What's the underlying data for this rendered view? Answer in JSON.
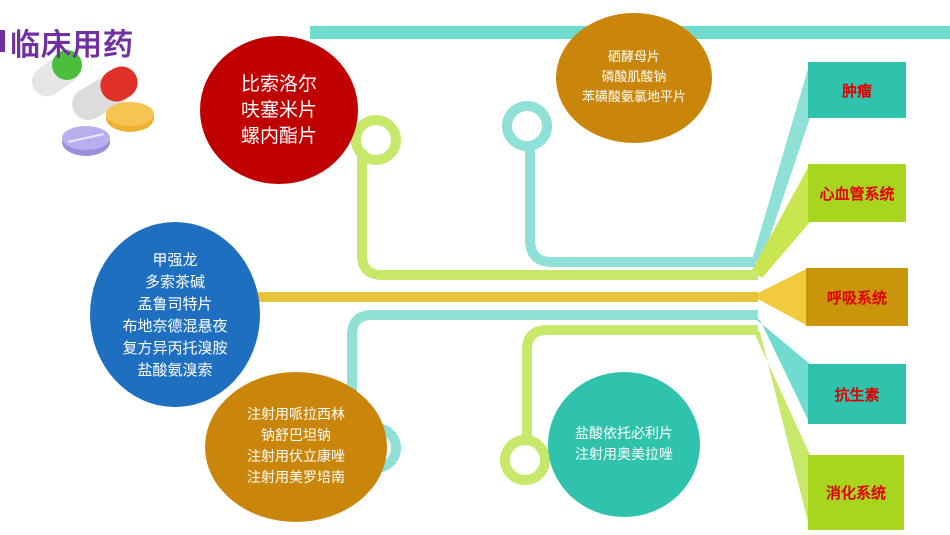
{
  "title": "临床用药",
  "colors": {
    "red": "#c00000",
    "orange": "#c9860a",
    "blue": "#1f6fc0",
    "teal": "#2fc3ad",
    "lime": "#a8d61e",
    "cyan": "#70dcd0",
    "gold": "#e8c238",
    "light_lime": "#c8e86c",
    "title_purple": "#7030a0",
    "category_text": "#e00000"
  },
  "drug_groups": [
    {
      "id": "red",
      "lines": [
        "比索洛尔",
        "呋塞米片",
        "螺内酯片"
      ]
    },
    {
      "id": "orange-top",
      "lines": [
        "硒酵母片",
        "磷酸肌酸钠",
        "苯磺酸氨氯地平片"
      ]
    },
    {
      "id": "blue",
      "lines": [
        "甲强龙",
        "多索茶碱",
        "孟鲁司特片",
        "布地奈德混悬夜",
        "复方异丙托溴胺",
        "盐酸氨溴索"
      ]
    },
    {
      "id": "orange-bottom",
      "lines": [
        "注射用哌拉西林",
        "钠舒巴坦钠",
        "注射用伏立康唑",
        "注射用美罗培南"
      ]
    },
    {
      "id": "teal",
      "lines": [
        "盐酸依托必利片",
        "注射用奥美拉唑"
      ]
    }
  ],
  "categories": [
    {
      "label": "肿瘤"
    },
    {
      "label": "心血管系统"
    },
    {
      "label": "呼吸系统"
    },
    {
      "label": "抗生素"
    },
    {
      "label": "消化系统"
    }
  ]
}
